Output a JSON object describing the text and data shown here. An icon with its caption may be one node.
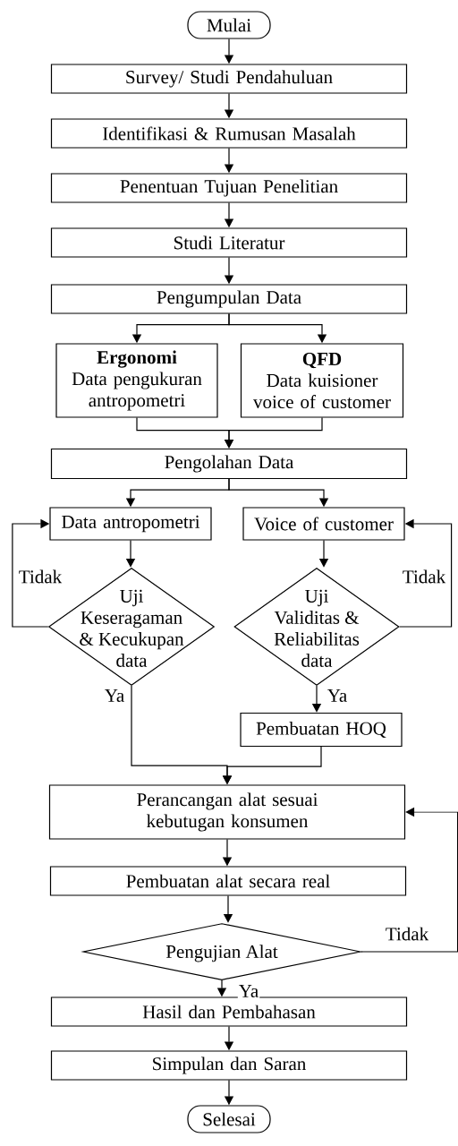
{
  "diagram": {
    "nodes": [
      {
        "text": [
          "Mulai"
        ]
      },
      {
        "text": [
          "Survey/ Studi Pendahuluan"
        ]
      },
      {
        "text": [
          "Identifikasi & Rumusan Masalah"
        ]
      },
      {
        "text": [
          "Penentuan Tujuan Penelitian"
        ]
      },
      {
        "text": [
          "Studi Literatur"
        ]
      },
      {
        "text": [
          "Pengumpulan Data"
        ]
      },
      {
        "text": [
          "Ergonomi",
          "Data pengukuran antropometri"
        ]
      },
      {
        "text": [
          "QFD",
          "Data kuisioner voice of customer"
        ]
      },
      {
        "text": [
          "Pengolahan Data"
        ]
      },
      {
        "text": [
          "Data antropometri"
        ]
      },
      {
        "text": [
          "Voice of customer"
        ]
      },
      {
        "text": [
          "Uji Keseragaman & Kecukupan data"
        ]
      },
      {
        "text": [
          "Uji Validitas & Reliabilitas data"
        ]
      },
      {
        "text": [
          "Pembuatan HOQ"
        ]
      },
      {
        "text": [
          "Perancangan alat sesuai kebutugan konsumen"
        ]
      },
      {
        "text": [
          "Pembuatan alat secara real"
        ]
      },
      {
        "text": [
          "Pengujian Alat"
        ]
      },
      {
        "text": [
          "Hasil dan Pembahasan"
        ]
      },
      {
        "text": [
          "Simpulan dan Saran"
        ]
      },
      {
        "text": [
          "Selesai"
        ]
      }
    ],
    "edges": [
      {
        "from": 0,
        "to": 1,
        "arrow": "to"
      },
      {
        "from": 1,
        "to": 2,
        "arrow": "to"
      },
      {
        "from": 2,
        "to": 3,
        "arrow": "to"
      },
      {
        "from": 3,
        "to": 4,
        "arrow": "to"
      },
      {
        "from": 4,
        "to": 5,
        "arrow": "to"
      },
      {
        "from": 5,
        "to": 6,
        "arrow": "to"
      },
      {
        "from": 5,
        "to": 7,
        "arrow": "to"
      },
      {
        "from": 6,
        "to": 8,
        "arrow": "to"
      },
      {
        "from": 7,
        "to": 8,
        "arrow": "to"
      },
      {
        "from": 8,
        "to": 9,
        "arrow": "to"
      },
      {
        "from": 8,
        "to": 10,
        "arrow": "to"
      },
      {
        "from": 9,
        "to": 11,
        "arrow": "to"
      },
      {
        "from": 10,
        "to": 12,
        "arrow": "to"
      },
      {
        "from": 11,
        "to": 9,
        "arrow": "to",
        "label": "Tidak"
      },
      {
        "from": 12,
        "to": 10,
        "arrow": "to",
        "label": "Tidak"
      },
      {
        "from": 12,
        "to": 13,
        "arrow": "to",
        "label": "Ya"
      },
      {
        "from": 11,
        "to": 14,
        "arrow": "to",
        "label": "Ya"
      },
      {
        "from": 13,
        "to": 14,
        "arrow": "to"
      },
      {
        "from": 14,
        "to": 15,
        "arrow": "to"
      },
      {
        "from": 15,
        "to": 16,
        "arrow": "to"
      },
      {
        "from": 16,
        "to": 14,
        "arrow": "to",
        "label": "Tidak"
      },
      {
        "from": 16,
        "to": 17,
        "arrow": "to",
        "label": "Ya"
      },
      {
        "from": 17,
        "to": 18,
        "arrow": "to"
      },
      {
        "from": 18,
        "to": 19,
        "arrow": "to"
      }
    ]
  }
}
